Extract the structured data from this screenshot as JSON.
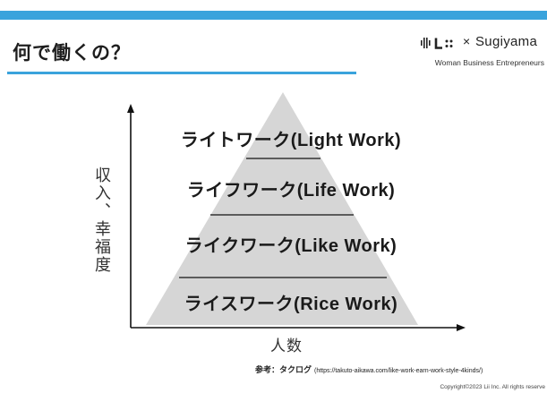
{
  "slide": {
    "title": "何で働くの？"
  },
  "logo": {
    "brand": "Lii",
    "times": "×",
    "partner": "Sugiyama",
    "tagline": "Woman Business Entrepreneurs"
  },
  "diagram": {
    "type": "pyramid",
    "levels": [
      {
        "label": "ライトワーク(Light Work)"
      },
      {
        "label": "ライフワーク(Life Work)"
      },
      {
        "label": "ライクワーク(Like Work)"
      },
      {
        "label": "ライスワーク(Rice Work)"
      }
    ],
    "y_axis_label": "収入、幸福度",
    "x_axis_label": "人数"
  },
  "reference": {
    "prefix": "参考：タクログ",
    "url": "(https://takuto-aikawa.com/like-work-earn-work-style-4kinds/)"
  },
  "footer": {
    "copyright": "Copyright©2023 Lii Inc. All rights reserve"
  },
  "colors": {
    "accent": "#3aa3dc",
    "pyramid": "#d6d6d6",
    "axis": "#111111",
    "text": "#222222"
  }
}
